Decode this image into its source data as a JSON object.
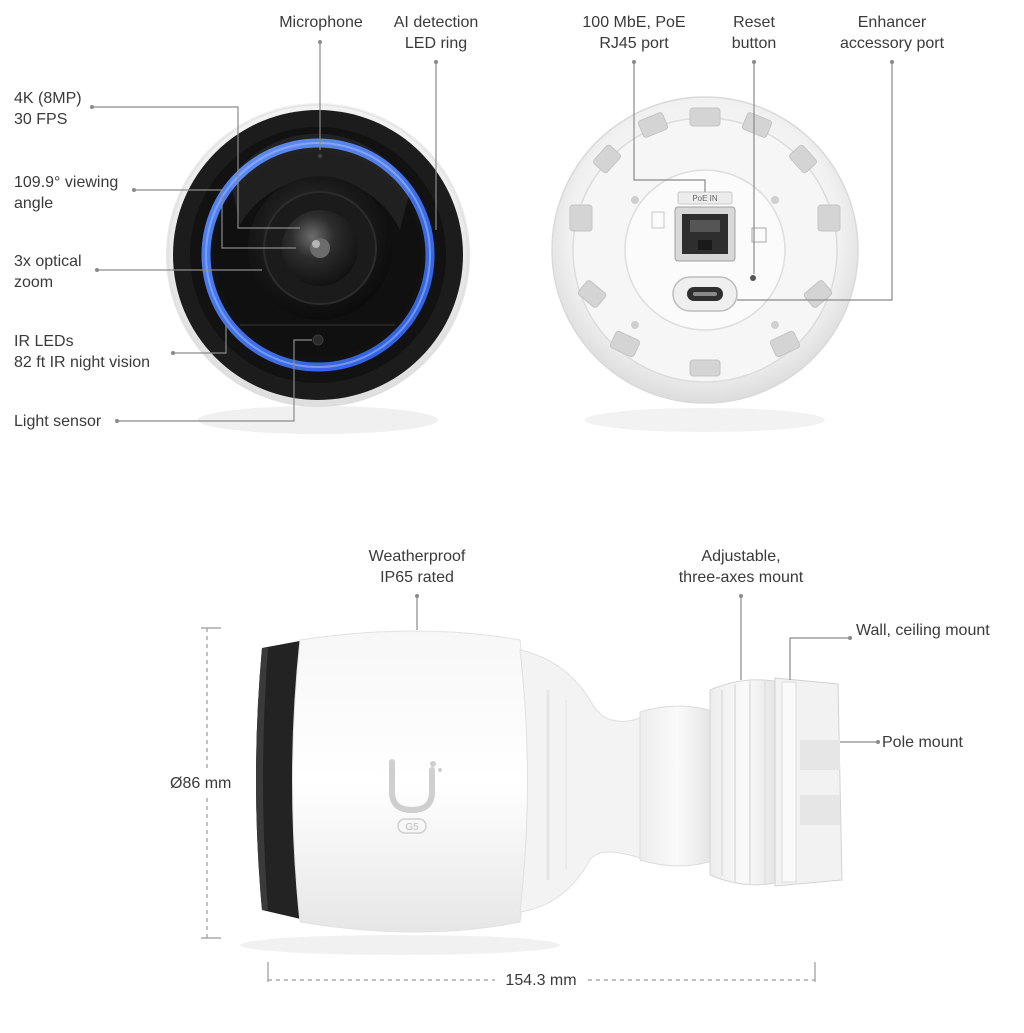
{
  "callouts": {
    "microphone": {
      "lines": [
        "Microphone"
      ]
    },
    "ai_ring": {
      "lines": [
        "AI detection",
        "LED ring"
      ]
    },
    "resolution": {
      "lines": [
        "4K (8MP)",
        "30 FPS"
      ]
    },
    "viewing_angle": {
      "lines": [
        "109.9° viewing",
        "angle"
      ]
    },
    "optical_zoom": {
      "lines": [
        "3x optical",
        "zoom"
      ]
    },
    "ir_leds": {
      "lines": [
        "IR LEDs",
        "82 ft IR night vision"
      ]
    },
    "light_sensor": {
      "lines": [
        "Light sensor"
      ]
    },
    "rj45_port": {
      "lines": [
        "100 MbE, PoE",
        "RJ45 port"
      ]
    },
    "reset_button": {
      "lines": [
        "Reset",
        "button"
      ]
    },
    "enhancer_port": {
      "lines": [
        "Enhancer",
        "accessory port"
      ]
    },
    "weatherproof": {
      "lines": [
        "Weatherproof",
        "IP65 rated"
      ]
    },
    "mount": {
      "lines": [
        "Adjustable,",
        "three-axes mount"
      ]
    },
    "wall_mount": {
      "lines": [
        "Wall, ceiling mount"
      ]
    },
    "pole_mount": {
      "lines": [
        "Pole mount"
      ]
    }
  },
  "dimensions": {
    "diameter": "Ø86 mm",
    "length": "154.3 mm"
  },
  "product_marks": {
    "logo_text": "U",
    "model_badge": "G5",
    "port_label": "PoE IN"
  },
  "colors": {
    "led_ring": "#3d7bff",
    "body": "#f4f4f4",
    "bezel": "#1f1f1f",
    "leader": "#8a8a8a"
  }
}
